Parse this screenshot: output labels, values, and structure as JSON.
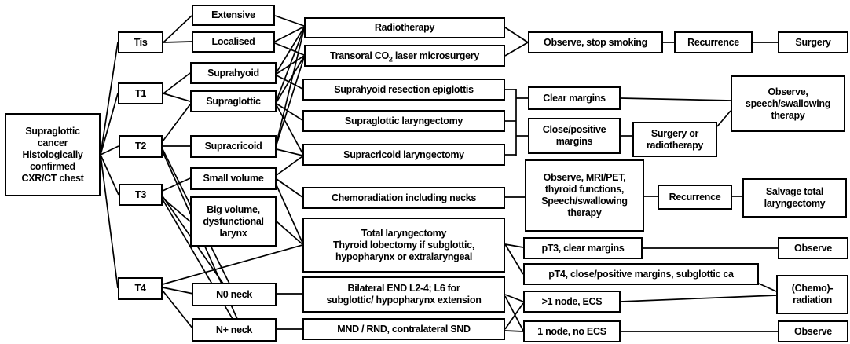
{
  "nodes": {
    "root": {
      "label": "Supraglottic\ncancer\nHistologically\nconfirmed\nCXR/CT chest"
    },
    "tis": {
      "label": "Tis"
    },
    "t1": {
      "label": "T1"
    },
    "t2": {
      "label": "T2"
    },
    "t3": {
      "label": "T3"
    },
    "t4": {
      "label": "T4"
    },
    "extensive": {
      "label": "Extensive"
    },
    "localised": {
      "label": "Localised"
    },
    "suprahyoid": {
      "label": "Suprahyoid"
    },
    "supraglottic": {
      "label": "Supraglottic"
    },
    "supracricoid": {
      "label": "Supracricoid"
    },
    "small_volume": {
      "label": "Small volume"
    },
    "big_volume": {
      "label": "Big volume,\ndysfunctional\nlarynx"
    },
    "n0_neck": {
      "label": "N0 neck"
    },
    "n_plus_neck": {
      "label": "N+ neck"
    },
    "radiotherapy": {
      "label": "Radiotherapy"
    },
    "transoral": {
      "pre": "Transoral CO",
      "sub": "2",
      "post": " laser microsurgery"
    },
    "suprahyoid_resection": {
      "label": "Suprahyoid resection epiglottis"
    },
    "supraglottic_laryngectomy": {
      "label": "Supraglottic laryngectomy"
    },
    "supracricoid_laryngectomy": {
      "label": "Supracricoid laryngectomy"
    },
    "chemoradiation": {
      "label": "Chemoradiation including necks"
    },
    "total_laryngectomy": {
      "label": "Total laryngectomy\nThyroid lobectomy if subglottic,\nhypopharynx  or extralaryngeal"
    },
    "bilateral_end": {
      "label": "Bilateral END L2-4; L6 for\nsubglottic/ hypopharynx extension"
    },
    "mnd_rnd": {
      "label": "MND / RND, contralateral SND"
    },
    "observe_stop_smoking": {
      "label": "Observe, stop smoking"
    },
    "clear_margins": {
      "label": "Clear margins"
    },
    "close_positive_margins": {
      "label": "Close/positive\nmargins"
    },
    "observe_mri": {
      "label": "Observe, MRI/PET,\nthyroid functions,\nSpeech/swallowing\ntherapy"
    },
    "pt3_clear": {
      "label": "pT3, clear margins"
    },
    "pt4_close": {
      "label": "pT4, close/positive margins, subglottic ca"
    },
    "gt1_node_ecs": {
      "label": ">1 node, ECS"
    },
    "one_node_no_ecs": {
      "label": "1 node, no ECS"
    },
    "recurrence_top": {
      "label": "Recurrence"
    },
    "surgery": {
      "label": "Surgery"
    },
    "observe_speech": {
      "label": "Observe,\nspeech/swallowing\ntherapy"
    },
    "surgery_or_radiotherapy": {
      "label": "Surgery or\nradiotherapy"
    },
    "recurrence_mid": {
      "label": "Recurrence"
    },
    "salvage": {
      "label": "Salvage total\nlaryngectomy"
    },
    "observe_pt3": {
      "label": "Observe"
    },
    "chemo_radiation": {
      "label": "(Chemo)-\nradiation"
    },
    "observe_node": {
      "label": "Observe"
    }
  },
  "colors": {
    "stroke": "#000000",
    "background": "#ffffff"
  }
}
